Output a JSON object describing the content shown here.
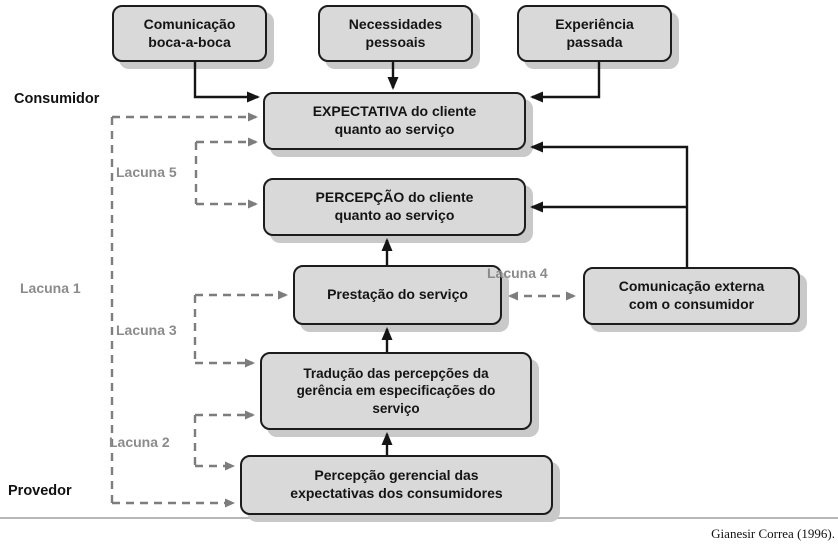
{
  "diagram": {
    "section_labels": {
      "consumer": "Consumidor",
      "provider": "Provedor"
    },
    "gap_labels": {
      "gap1": "Lacuna 1",
      "gap2": "Lacuna 2",
      "gap3": "Lacuna 3",
      "gap4": "Lacuna 4",
      "gap5": "Lacuna 5"
    },
    "boxes": {
      "word_of_mouth": "Comunicação\nboca-a-boca",
      "personal_needs": "Necessidades\npessoais",
      "past_experience": "Experiência\npassada",
      "expectation": "EXPECTATIVA do cliente\nquanto ao serviço",
      "perception": "PERCEPÇÃO do cliente\nquanto ao serviço",
      "service_delivery": "Prestação do serviço",
      "external_communication": "Comunicação externa\ncom o consumidor",
      "translation": "Tradução das percepções da\ngerência em especificações do\nserviço",
      "managerial_perception": "Percepção gerencial das\nexpectativas dos consumidores"
    },
    "citation": "Gianesir Correa (1996).",
    "colors": {
      "box_fill": "#d9d9d9",
      "box_border": "#1c1c1c",
      "box_shadow": "#c9c9c9",
      "solid_arrow": "#151515",
      "dashed_arrow_gray": "#7d7d7d",
      "gap_label_gray": "#8b8b8b"
    }
  }
}
